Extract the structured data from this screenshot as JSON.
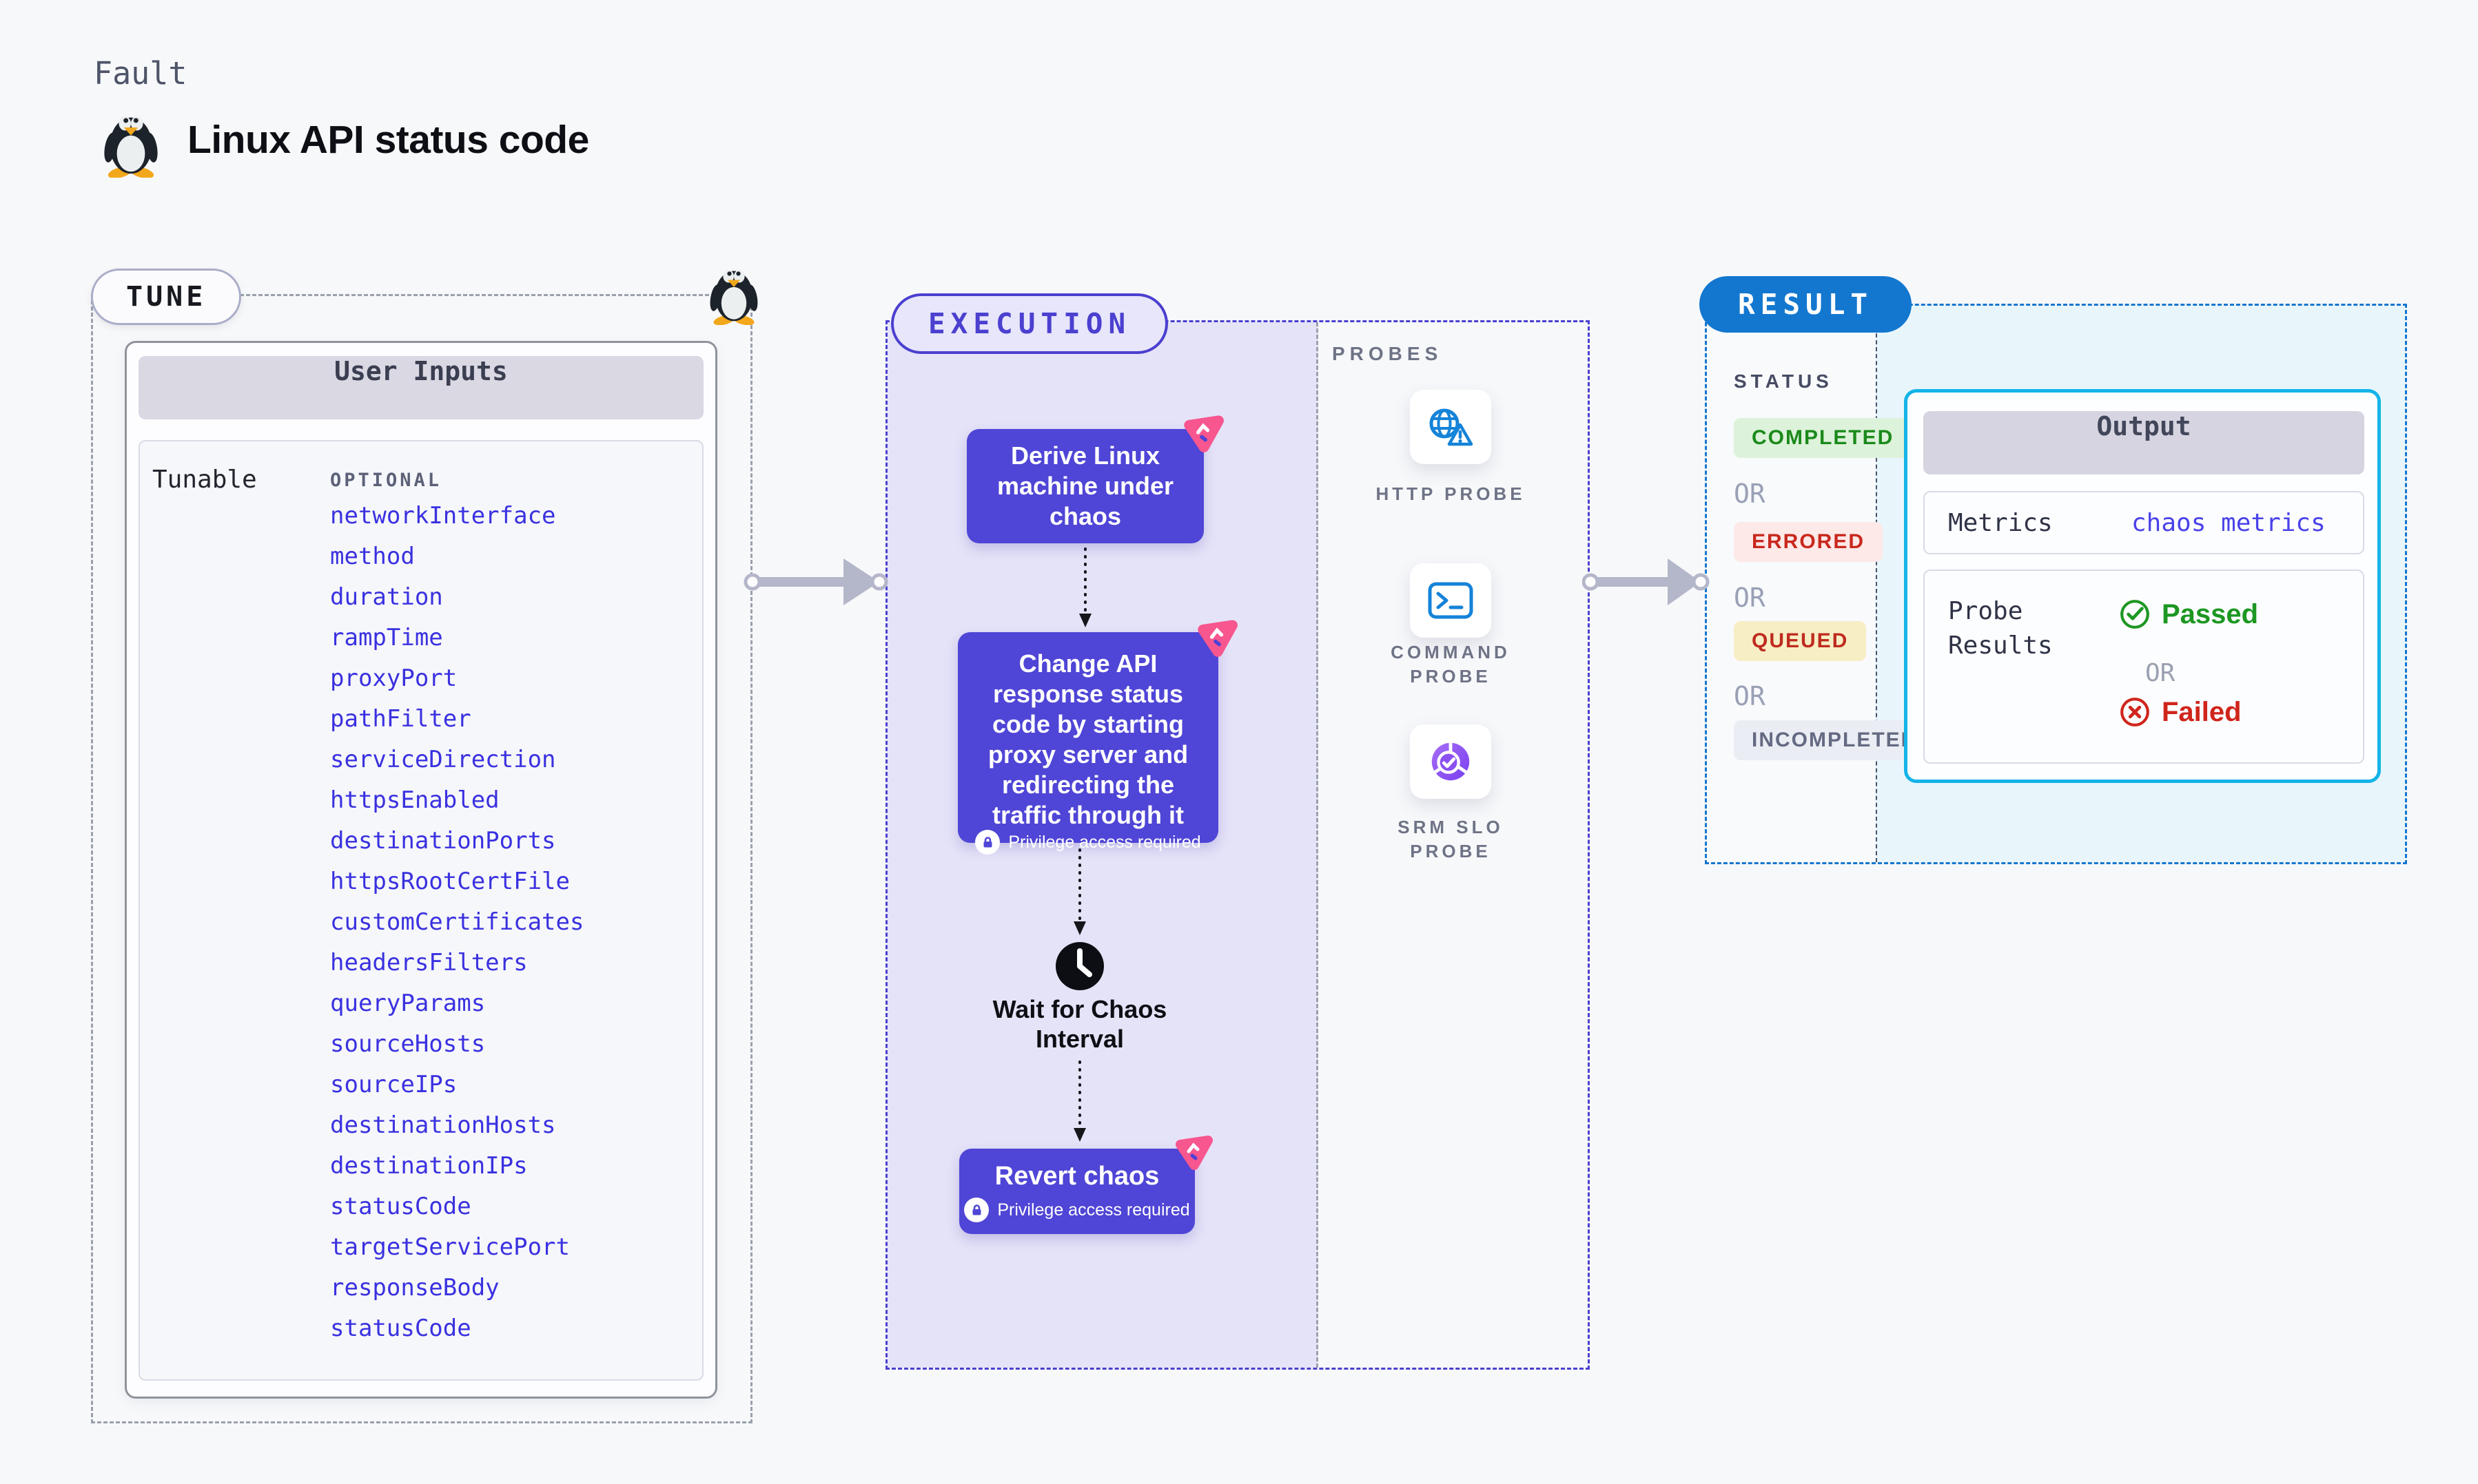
{
  "page": {
    "kicker": "Fault",
    "title": "Linux API status code"
  },
  "tune": {
    "pill_label": "TUNE",
    "card_header": "User Inputs",
    "row_label": "Tunable",
    "col_label": "OPTIONAL",
    "tunables": [
      "networkInterface",
      "method",
      "duration",
      "rampTime",
      "proxyPort",
      "pathFilter",
      "serviceDirection",
      "httpsEnabled",
      "destinationPorts",
      "httpsRootCertFile",
      "customCertificates",
      "headersFilters",
      "queryParams",
      "sourceHosts",
      "sourceIPs",
      "destinationHosts",
      "destinationIPs",
      "statusCode",
      "targetServicePort",
      "responseBody",
      "statusCode"
    ]
  },
  "execution": {
    "pill_label": "EXECUTION",
    "privilege_label": "Privilege access required",
    "steps": {
      "derive": "Derive Linux machine under chaos",
      "change": "Change API response status code by starting proxy server and redirecting the traffic through it",
      "wait": "Wait for Chaos Interval",
      "revert": "Revert chaos"
    }
  },
  "probes": {
    "label": "PROBES",
    "items": [
      "HTTP PROBE",
      "COMMAND PROBE",
      "SRM SLO PROBE"
    ]
  },
  "result": {
    "pill_label": "RESULT",
    "status_label": "STATUS",
    "or_label": "OR",
    "statuses": [
      "COMPLETED",
      "ERRORED",
      "QUEUED",
      "INCOMPLETED"
    ],
    "output": {
      "header": "Output",
      "metrics_label": "Metrics",
      "metrics_value": "chaos metrics",
      "probe_results_label": "Probe Results",
      "passed_label": "Passed",
      "failed_label": "Failed"
    }
  },
  "colors": {
    "accent_indigo": "#4b40cf",
    "node_indigo": "#4f45d6",
    "result_blue": "#1377cf",
    "output_border_cyan": "#14b4e8",
    "litmus_pink": "#f7568f",
    "probe_icon_blue": "#1583d8",
    "srm_purple": "#8b4ff2",
    "passed_green": "#1d9722",
    "failed_red": "#d0251b",
    "link_blue": "#3a31e0",
    "completed_bg": "#ddf2da",
    "completed_fg": "#1b8a1b",
    "errored_bg": "#fce9e8",
    "errored_fg": "#c9281e",
    "queued_bg": "#f8eec5",
    "queued_fg": "#bf2b1f",
    "incompleted_bg": "#ebedf4",
    "incompleted_fg": "#646a82"
  }
}
